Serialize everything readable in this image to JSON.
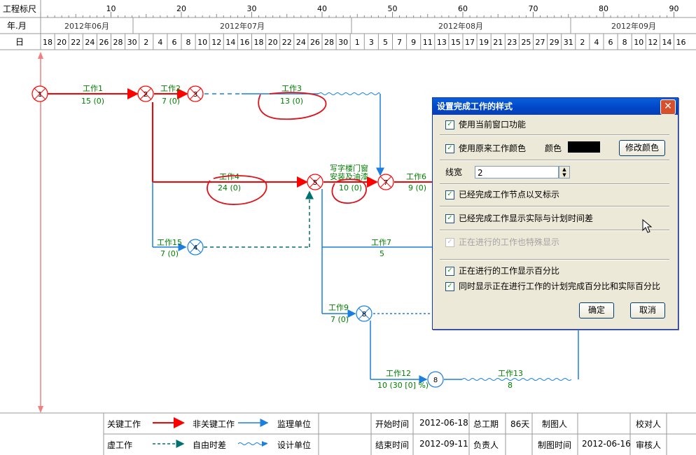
{
  "header": {
    "scale_label": "工程标尺",
    "month_label": "年.月",
    "day_label": "日",
    "scale_ticks": [
      "10",
      "20",
      "30",
      "40",
      "50",
      "60",
      "70",
      "80",
      "90"
    ],
    "months": [
      "2012年06月",
      "2012年07月",
      "2012年08月",
      "2012年09月"
    ],
    "days": [
      "18",
      "20",
      "22",
      "24",
      "26",
      "28",
      "30",
      "2",
      "4",
      "6",
      "8",
      "10",
      "12",
      "14",
      "16",
      "18",
      "20",
      "22",
      "24",
      "26",
      "28",
      "30",
      "1",
      "3",
      "5",
      "7",
      "9",
      "11",
      "13",
      "15",
      "17",
      "19",
      "21",
      "23",
      "25",
      "27",
      "29",
      "31",
      "2",
      "4",
      "6",
      "8",
      "10",
      "12",
      "14",
      "16"
    ]
  },
  "network": {
    "nodes": [
      "1",
      "2",
      "3",
      "5",
      "4",
      "7",
      "8",
      "8"
    ],
    "works": [
      {
        "name": "工作1",
        "dur": "15 (0)"
      },
      {
        "name": "工作2",
        "dur": "7 (0)"
      },
      {
        "name": "工作3",
        "dur": "13 (0)"
      },
      {
        "name": "工作4",
        "dur": "24 (0)"
      },
      {
        "name": "写字楼门窗",
        "dur": "安装及油漆"
      },
      {
        "name": "",
        "dur": "10 (0)"
      },
      {
        "name": "工作6",
        "dur": "9 (0)"
      },
      {
        "name": "工作15",
        "dur": "7 (0)"
      },
      {
        "name": "工作7",
        "dur": "5"
      },
      {
        "name": "工作9",
        "dur": "7 (0)"
      },
      {
        "name": "工作12",
        "dur": "10 (30 [0] %)"
      },
      {
        "name": "工作13",
        "dur": "8"
      }
    ]
  },
  "dialog": {
    "title": "设置完成工作的样式",
    "close": "✕",
    "use_current_window": "使用当前窗口功能",
    "use_original_color": "使用原来工作颜色",
    "color_label": "颜色",
    "modify_color": "修改颜色",
    "line_width_label": "线宽",
    "line_width_value": "2",
    "mark_done_nodes": "已经完成工作节点以叉标示",
    "show_actual_vs_plan": "已经完成工作显示实际与计划时间差",
    "special_in_progress": "正在进行的工作也特殊显示",
    "show_percent": "正在进行的工作显示百分比",
    "show_both_percent": "同时显示正在进行工作的计划完成百分比和实际百分比",
    "ok": "确定",
    "cancel": "取消",
    "swatch_color": "#000000"
  },
  "legend": {
    "critical": "关键工作",
    "non_critical": "非关键工作",
    "supervisor": "监理单位",
    "virtual": "虚工作",
    "free_float": "自由时差",
    "designer": "设计单位",
    "start_label": "开始时间",
    "start_value": "2012-06-18",
    "total_label": "总工期",
    "total_value": "86天",
    "drawer_label": "制图人",
    "checker_label": "校对人",
    "end_label": "结束时间",
    "end_value": "2012-09-11",
    "owner_label": "负责人",
    "draw_time_label": "制图时间",
    "draw_time_value": "2012-06-16",
    "reviewer_label": "审核人"
  },
  "colors": {
    "critical": "#ff0000",
    "non_critical": "#1a7fe0",
    "text_green": "#008000",
    "annotation": "#e0101a"
  }
}
